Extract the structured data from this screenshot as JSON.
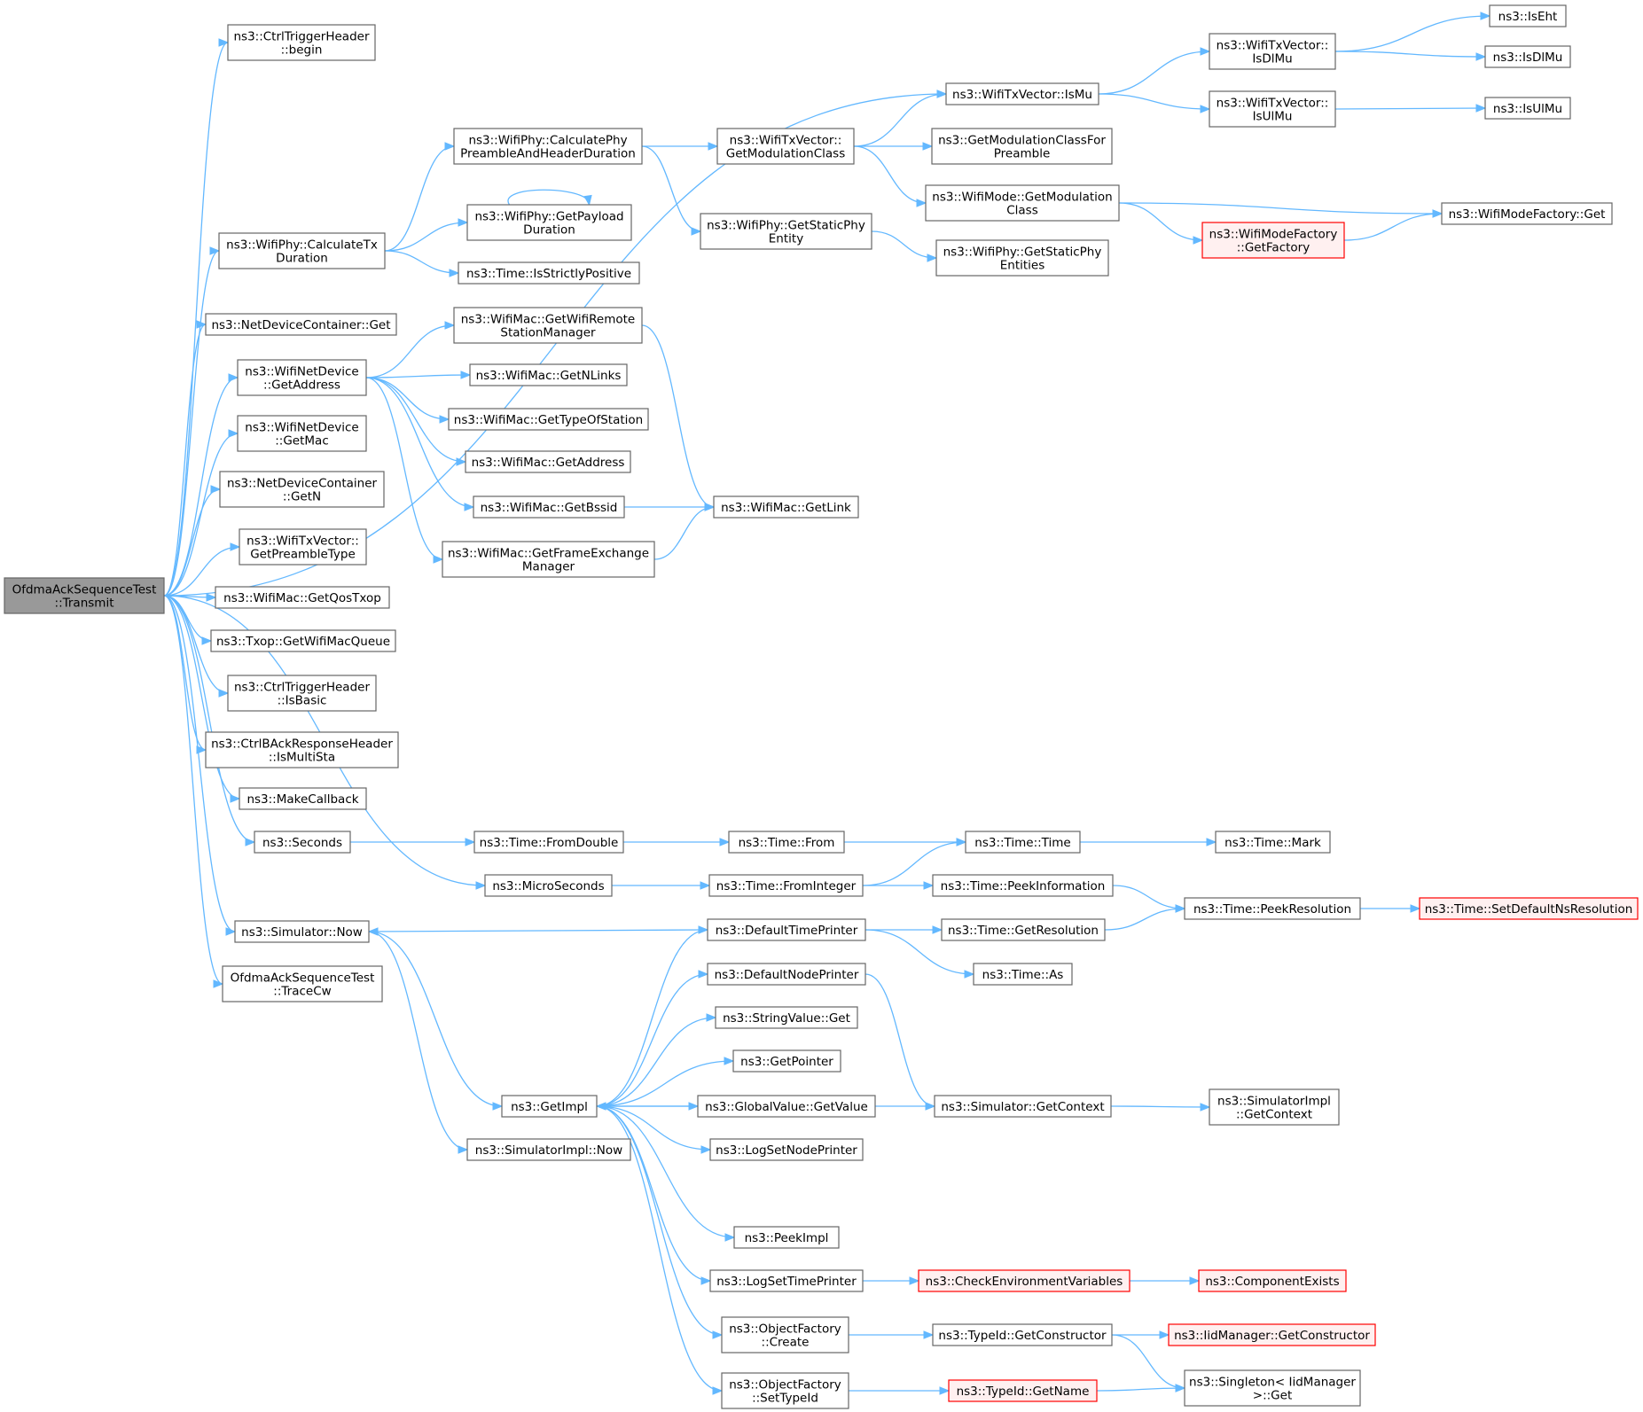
{
  "diagram": {
    "nodes": [
      {
        "id": "root",
        "lines": [
          "OfdmaAckSequenceTest",
          "::Transmit"
        ],
        "style": "root"
      },
      {
        "id": "n1",
        "lines": [
          "ns3::CtrlTriggerHeader",
          "::begin"
        ]
      },
      {
        "id": "n2",
        "lines": [
          "ns3::WifiTxVector::IsMu"
        ]
      },
      {
        "id": "n3",
        "lines": [
          "ns3::WifiTxVector::",
          "IsDlMu"
        ]
      },
      {
        "id": "n4",
        "lines": [
          "ns3::IsEht"
        ]
      },
      {
        "id": "n5",
        "lines": [
          "ns3::IsDlMu"
        ]
      },
      {
        "id": "n6",
        "lines": [
          "ns3::WifiTxVector::",
          "IsUlMu"
        ]
      },
      {
        "id": "n7",
        "lines": [
          "ns3::IsUlMu"
        ]
      },
      {
        "id": "n8",
        "lines": [
          "ns3::WifiPhy::CalculatePhy",
          "PreambleAndHeaderDuration"
        ]
      },
      {
        "id": "n9",
        "lines": [
          "ns3::WifiTxVector::",
          "GetModulationClass"
        ]
      },
      {
        "id": "n10",
        "lines": [
          "ns3::GetModulationClassFor",
          "Preamble"
        ]
      },
      {
        "id": "n11",
        "lines": [
          "ns3::WifiMode::GetModulation",
          "Class"
        ]
      },
      {
        "id": "n12",
        "lines": [
          "ns3::WifiModeFactory::Get"
        ]
      },
      {
        "id": "n13",
        "lines": [
          "ns3::WifiModeFactory",
          "::GetFactory"
        ],
        "style": "red"
      },
      {
        "id": "n14",
        "lines": [
          "ns3::WifiPhy::GetStaticPhy",
          "Entity"
        ]
      },
      {
        "id": "n15",
        "lines": [
          "ns3::WifiPhy::GetStaticPhy",
          "Entities"
        ]
      },
      {
        "id": "n16",
        "lines": [
          "ns3::WifiPhy::CalculateTx",
          "Duration"
        ]
      },
      {
        "id": "n17",
        "lines": [
          "ns3::WifiPhy::GetPayload",
          "Duration"
        ]
      },
      {
        "id": "n18",
        "lines": [
          "ns3::Time::IsStrictlyPositive"
        ]
      },
      {
        "id": "n19",
        "lines": [
          "ns3::NetDeviceContainer::Get"
        ]
      },
      {
        "id": "n20",
        "lines": [
          "ns3::WifiNetDevice",
          "::GetAddress"
        ]
      },
      {
        "id": "n21",
        "lines": [
          "ns3::WifiMac::GetWifiRemote",
          "StationManager"
        ]
      },
      {
        "id": "n22",
        "lines": [
          "ns3::WifiMac::GetNLinks"
        ]
      },
      {
        "id": "n23",
        "lines": [
          "ns3::WifiMac::GetTypeOfStation"
        ]
      },
      {
        "id": "n24",
        "lines": [
          "ns3::WifiMac::GetAddress"
        ]
      },
      {
        "id": "n25",
        "lines": [
          "ns3::WifiMac::GetBssid"
        ]
      },
      {
        "id": "n26",
        "lines": [
          "ns3::WifiMac::GetLink"
        ]
      },
      {
        "id": "n27",
        "lines": [
          "ns3::WifiMac::GetFrameExchange",
          "Manager"
        ]
      },
      {
        "id": "n28",
        "lines": [
          "ns3::WifiNetDevice",
          "::GetMac"
        ]
      },
      {
        "id": "n29",
        "lines": [
          "ns3::NetDeviceContainer",
          "::GetN"
        ]
      },
      {
        "id": "n30",
        "lines": [
          "ns3::WifiTxVector::",
          "GetPreambleType"
        ]
      },
      {
        "id": "n31",
        "lines": [
          "ns3::WifiMac::GetQosTxop"
        ]
      },
      {
        "id": "n32",
        "lines": [
          "ns3::Txop::GetWifiMacQueue"
        ]
      },
      {
        "id": "n33",
        "lines": [
          "ns3::CtrlTriggerHeader",
          "::IsBasic"
        ]
      },
      {
        "id": "n34",
        "lines": [
          "ns3::CtrlBAckResponseHeader",
          "::IsMultiSta"
        ]
      },
      {
        "id": "n35",
        "lines": [
          "ns3::MakeCallback"
        ]
      },
      {
        "id": "n36",
        "lines": [
          "ns3::Seconds"
        ]
      },
      {
        "id": "n37",
        "lines": [
          "ns3::Time::FromDouble"
        ]
      },
      {
        "id": "n38",
        "lines": [
          "ns3::Time::From"
        ]
      },
      {
        "id": "n39",
        "lines": [
          "ns3::Time::Time"
        ]
      },
      {
        "id": "n40",
        "lines": [
          "ns3::Time::Mark"
        ]
      },
      {
        "id": "n41",
        "lines": [
          "ns3::MicroSeconds"
        ]
      },
      {
        "id": "n42",
        "lines": [
          "ns3::Time::FromInteger"
        ]
      },
      {
        "id": "n43",
        "lines": [
          "ns3::Time::PeekInformation"
        ]
      },
      {
        "id": "n44",
        "lines": [
          "ns3::Time::PeekResolution"
        ]
      },
      {
        "id": "n45",
        "lines": [
          "ns3::Time::SetDefaultNsResolution"
        ],
        "style": "red"
      },
      {
        "id": "n46",
        "lines": [
          "ns3::Simulator::Now"
        ]
      },
      {
        "id": "n47",
        "lines": [
          "ns3::DefaultTimePrinter"
        ]
      },
      {
        "id": "n48",
        "lines": [
          "ns3::Time::GetResolution"
        ]
      },
      {
        "id": "n49",
        "lines": [
          "ns3::Time::As"
        ]
      },
      {
        "id": "n50",
        "lines": [
          "ns3::DefaultNodePrinter"
        ]
      },
      {
        "id": "n51",
        "lines": [
          "OfdmaAckSequenceTest",
          "::TraceCw"
        ]
      },
      {
        "id": "n52",
        "lines": [
          "ns3::StringValue::Get"
        ]
      },
      {
        "id": "n53",
        "lines": [
          "ns3::GetPointer"
        ]
      },
      {
        "id": "n54",
        "lines": [
          "ns3::GetImpl"
        ]
      },
      {
        "id": "n55",
        "lines": [
          "ns3::GlobalValue::GetValue"
        ]
      },
      {
        "id": "n56",
        "lines": [
          "ns3::Simulator::GetContext"
        ]
      },
      {
        "id": "n57",
        "lines": [
          "ns3::SimulatorImpl",
          "::GetContext"
        ]
      },
      {
        "id": "n58",
        "lines": [
          "ns3::SimulatorImpl::Now"
        ]
      },
      {
        "id": "n59",
        "lines": [
          "ns3::LogSetNodePrinter"
        ]
      },
      {
        "id": "n60",
        "lines": [
          "ns3::PeekImpl"
        ]
      },
      {
        "id": "n61",
        "lines": [
          "ns3::LogSetTimePrinter"
        ]
      },
      {
        "id": "n62",
        "lines": [
          "ns3::CheckEnvironmentVariables"
        ],
        "style": "red"
      },
      {
        "id": "n63",
        "lines": [
          "ns3::ComponentExists"
        ],
        "style": "red"
      },
      {
        "id": "n64",
        "lines": [
          "ns3::ObjectFactory",
          "::Create"
        ]
      },
      {
        "id": "n65",
        "lines": [
          "ns3::TypeId::GetConstructor"
        ]
      },
      {
        "id": "n66",
        "lines": [
          "ns3::IidManager::GetConstructor"
        ],
        "style": "red"
      },
      {
        "id": "n67",
        "lines": [
          "ns3::Singleton< IidManager",
          ">::Get"
        ]
      },
      {
        "id": "n68",
        "lines": [
          "ns3::ObjectFactory",
          "::SetTypeId"
        ]
      },
      {
        "id": "n69",
        "lines": [
          "ns3::TypeId::GetName"
        ],
        "style": "red"
      }
    ],
    "edges": [
      [
        "root",
        "n1"
      ],
      [
        "root",
        "n2"
      ],
      [
        "root",
        "n16"
      ],
      [
        "root",
        "n19"
      ],
      [
        "root",
        "n20"
      ],
      [
        "root",
        "n28"
      ],
      [
        "root",
        "n29"
      ],
      [
        "root",
        "n30"
      ],
      [
        "root",
        "n31"
      ],
      [
        "root",
        "n32"
      ],
      [
        "root",
        "n33"
      ],
      [
        "root",
        "n34"
      ],
      [
        "root",
        "n35"
      ],
      [
        "root",
        "n36"
      ],
      [
        "root",
        "n41"
      ],
      [
        "root",
        "n46"
      ],
      [
        "root",
        "n51"
      ],
      [
        "n2",
        "n3"
      ],
      [
        "n2",
        "n6"
      ],
      [
        "n3",
        "n4"
      ],
      [
        "n3",
        "n5"
      ],
      [
        "n6",
        "n7"
      ],
      [
        "n16",
        "n8"
      ],
      [
        "n16",
        "n17"
      ],
      [
        "n16",
        "n18"
      ],
      [
        "n17",
        "n17"
      ],
      [
        "n8",
        "n9"
      ],
      [
        "n8",
        "n14"
      ],
      [
        "n9",
        "n2"
      ],
      [
        "n9",
        "n10"
      ],
      [
        "n9",
        "n11"
      ],
      [
        "n11",
        "n12"
      ],
      [
        "n11",
        "n13"
      ],
      [
        "n13",
        "n12"
      ],
      [
        "n14",
        "n15"
      ],
      [
        "n20",
        "n21"
      ],
      [
        "n20",
        "n22"
      ],
      [
        "n20",
        "n23"
      ],
      [
        "n20",
        "n24"
      ],
      [
        "n20",
        "n25"
      ],
      [
        "n20",
        "n27"
      ],
      [
        "n21",
        "n26"
      ],
      [
        "n25",
        "n26"
      ],
      [
        "n27",
        "n26"
      ],
      [
        "n36",
        "n37"
      ],
      [
        "n37",
        "n38"
      ],
      [
        "n38",
        "n39"
      ],
      [
        "n39",
        "n40"
      ],
      [
        "n41",
        "n42"
      ],
      [
        "n42",
        "n39"
      ],
      [
        "n42",
        "n43"
      ],
      [
        "n43",
        "n44"
      ],
      [
        "n44",
        "n45"
      ],
      [
        "n46",
        "n54"
      ],
      [
        "n46",
        "n58"
      ],
      [
        "n47",
        "n46"
      ],
      [
        "n47",
        "n48"
      ],
      [
        "n47",
        "n49"
      ],
      [
        "n48",
        "n44"
      ],
      [
        "n50",
        "n56"
      ],
      [
        "n54",
        "n47"
      ],
      [
        "n54",
        "n50"
      ],
      [
        "n54",
        "n52"
      ],
      [
        "n54",
        "n53"
      ],
      [
        "n54",
        "n55"
      ],
      [
        "n54",
        "n59"
      ],
      [
        "n54",
        "n60"
      ],
      [
        "n54",
        "n61"
      ],
      [
        "n54",
        "n64"
      ],
      [
        "n54",
        "n68"
      ],
      [
        "n56",
        "n57"
      ],
      [
        "n56",
        "n54"
      ],
      [
        "n61",
        "n62"
      ],
      [
        "n62",
        "n63"
      ],
      [
        "n64",
        "n65"
      ],
      [
        "n65",
        "n66"
      ],
      [
        "n65",
        "n67"
      ],
      [
        "n68",
        "n69"
      ],
      [
        "n69",
        "n67"
      ]
    ]
  }
}
